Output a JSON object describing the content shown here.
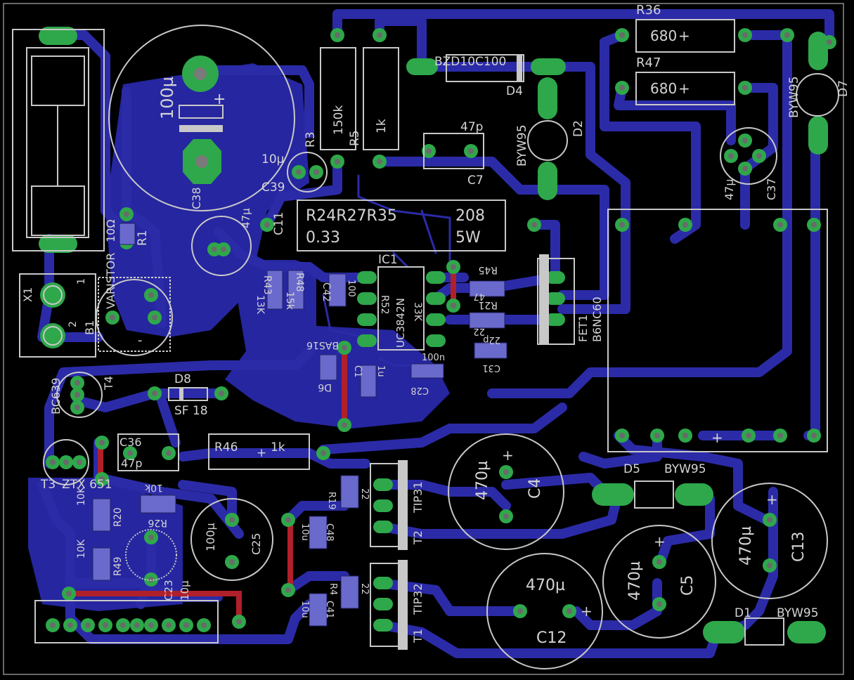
{
  "board": {
    "labels": {
      "r36_name": "R36",
      "r36_val": "680",
      "r47_name": "R47",
      "r47_val": "680",
      "d7_name": "D7",
      "d7_val": "BYW95",
      "d4_name": "D4",
      "d4_val": "BZD10C100",
      "d2_name": "D2",
      "d2_val": "BYW95",
      "c7_name": "C7",
      "c7_val": "47p",
      "r5_name": "R5",
      "r5_val": "150k",
      "r5b_val": "1k",
      "r3_name": "R3",
      "r3_val": "10µ",
      "c38_name": "C38",
      "c38_val": "100µ",
      "c37_name": "C37",
      "c37_val": "47µ",
      "c39_name": "C39",
      "c11_name": "C11",
      "c11_val": "47µ",
      "r24_label": "R24R27R35",
      "r24_val": "0.33",
      "r24_ohm": "208",
      "r24_w": "5W",
      "r1_name": "R1",
      "r1_val": "10Ω",
      "varistor": "VARISTOR",
      "b1_name": "B1",
      "x1_name": "X1",
      "x1_pin1": "1",
      "x1_pin2": "2",
      "r43": "R43",
      "r43_val": "13K",
      "r48": "R48",
      "r48_val": "15k",
      "c42": "C42",
      "c42_val": "100",
      "ic1_name": "IC1",
      "ic1_val": "UC3842N",
      "r52": "R52",
      "r52_val": "33K",
      "r45": "R45",
      "r45_val": "47",
      "r21": "R21",
      "r21_val": "22",
      "c31": "C31",
      "c31_val": "22p",
      "fet1_name": "FET1",
      "fet1_val": "B6NC60",
      "d6_name": "D6",
      "d6_val": "BAS16",
      "c1_name": "C1",
      "c1_val": "1u",
      "c28_name": "C28",
      "c28_val": "100n",
      "t4_name": "T4",
      "t4_val": "BC639",
      "d8_name": "D8",
      "d8_val": "SF 18",
      "c36_name": "C36",
      "c36_val": "47p",
      "r46_name": "R46",
      "r46_val": "1k",
      "t3_name": "T3",
      "t3_val": "ZTX 651",
      "r26": "R26",
      "r26_val": "10k",
      "r20": "R20",
      "r20_val": "10K",
      "r49": "R49",
      "r49_val": "10K",
      "c23_name": "C23",
      "c23_val": "10µ",
      "c25_name": "C25",
      "c25_val": "100µ",
      "r19": "R19",
      "r19_val": "22",
      "c48": "C48",
      "c48_val": "10u",
      "r4": "R4",
      "r4_val": "22",
      "c41": "C41",
      "c41_val": "10u",
      "tip31": "TIP31",
      "t2_name": "T2",
      "tip32": "TIP32",
      "t1_name": "T1",
      "c4_name": "C4",
      "c4_val": "470µ",
      "c12_name": "C12",
      "c12_val": "470µ",
      "c5_name": "C5",
      "c5_val": "470µ",
      "c13_name": "C13",
      "c13_val": "470µ",
      "d5_name": "D5",
      "d5_val": "BYW95",
      "d1_name": "D1",
      "d1_val": "BYW95",
      "plus": "+",
      "minus": "-"
    },
    "colors": {
      "background": "#000000",
      "bottom_copper": "#2b2ba8",
      "top_copper": "#b0202a",
      "pad": "#2ea84a",
      "silk": "#c8c8c8"
    }
  }
}
